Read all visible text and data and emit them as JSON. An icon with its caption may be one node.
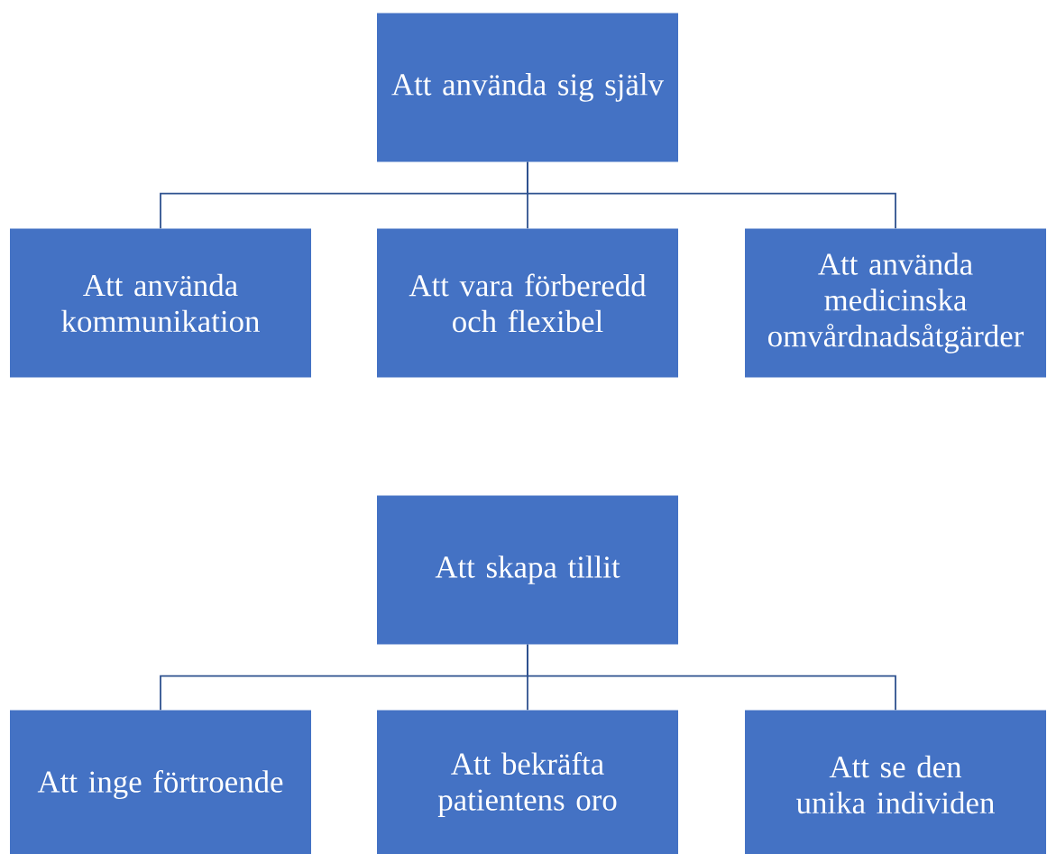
{
  "diagram": {
    "nodes": [
      {
        "text": [
          "Att använda sig själv"
        ]
      },
      {
        "text": [
          "Att använda kommunikation"
        ]
      },
      {
        "text": [
          "Att vara förberedd och flexibel"
        ]
      },
      {
        "text": [
          "Att använda medicinska omvårdnadsåtgärder"
        ]
      },
      {
        "text": [
          "Att skapa tillit"
        ]
      },
      {
        "text": [
          "Att inge förtroende"
        ]
      },
      {
        "text": [
          "Att bekräfta patientens oro"
        ]
      },
      {
        "text": [
          "Att se den unika individen"
        ]
      }
    ],
    "edges": [
      {
        "from": 0,
        "to": 1,
        "arrow": "none"
      },
      {
        "from": 0,
        "to": 2,
        "arrow": "none"
      },
      {
        "from": 0,
        "to": 3,
        "arrow": "none"
      },
      {
        "from": 4,
        "to": 5,
        "arrow": "none"
      },
      {
        "from": 4,
        "to": 6,
        "arrow": "none"
      },
      {
        "from": 4,
        "to": 7,
        "arrow": "none"
      }
    ]
  }
}
